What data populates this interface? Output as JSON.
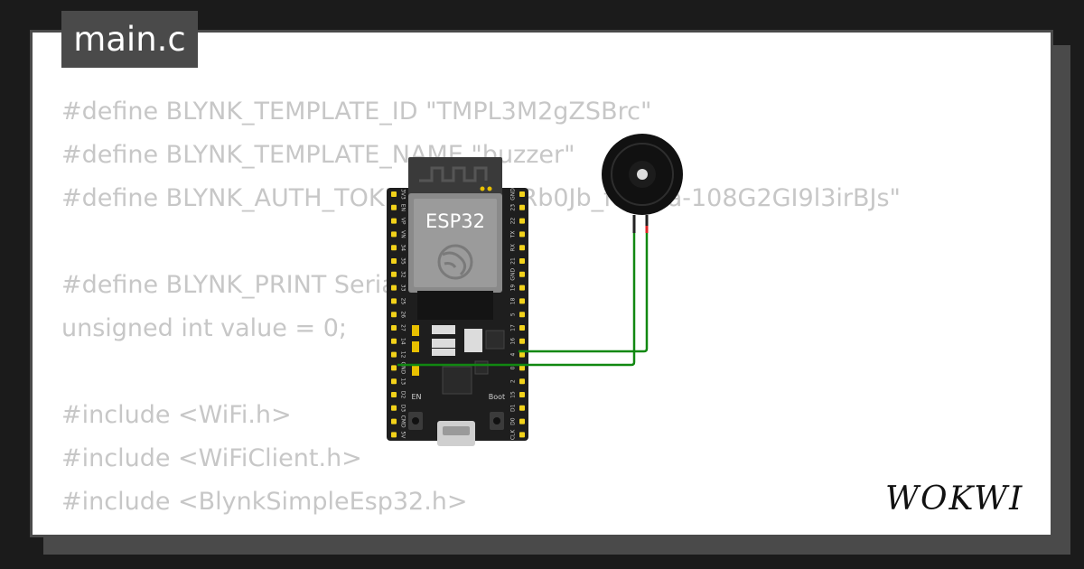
{
  "tab": {
    "filename": "main.c"
  },
  "code_lines": [
    "#define BLYNK_TEMPLATE_ID \"TMPL3M2gZSBrc\"",
    "#define BLYNK_TEMPLATE_NAME \"buzzer\"",
    "#define BLYNK_AUTH_TOKEN \"Ej771aRb0Jb_faOMa-108G2GI9l3irBJs\"",
    "",
    "#define BLYNK_PRINT Serial",
    "unsigned int value = 0;",
    "",
    "#include <WiFi.h>",
    "#include <WiFiClient.h>",
    "#include <BlynkSimpleEsp32.h>"
  ],
  "board": {
    "label": "ESP32",
    "en_label": "EN",
    "boot_label": "Boot",
    "left_pins": [
      "3V3",
      "EN",
      "VP",
      "VN",
      "34",
      "35",
      "32",
      "33",
      "25",
      "26",
      "27",
      "14",
      "12",
      "GND",
      "13",
      "D2",
      "D3",
      "CMD",
      "5V"
    ],
    "right_pins": [
      "GND",
      "23",
      "22",
      "TX",
      "RX",
      "21",
      "GND",
      "19",
      "18",
      "5",
      "17",
      "16",
      "4",
      "0",
      "2",
      "15",
      "D1",
      "D0",
      "CLK"
    ]
  },
  "branding": {
    "logo": "WOKWI",
    "icon": "wokwi-logo-icon"
  },
  "colors": {
    "wire": "#118811",
    "wire_red": "#dd2222",
    "board": "#1e1e1e",
    "pin": "#f2d21a",
    "code_text": "#c7c7c7",
    "frame": "#4a4a4a"
  }
}
